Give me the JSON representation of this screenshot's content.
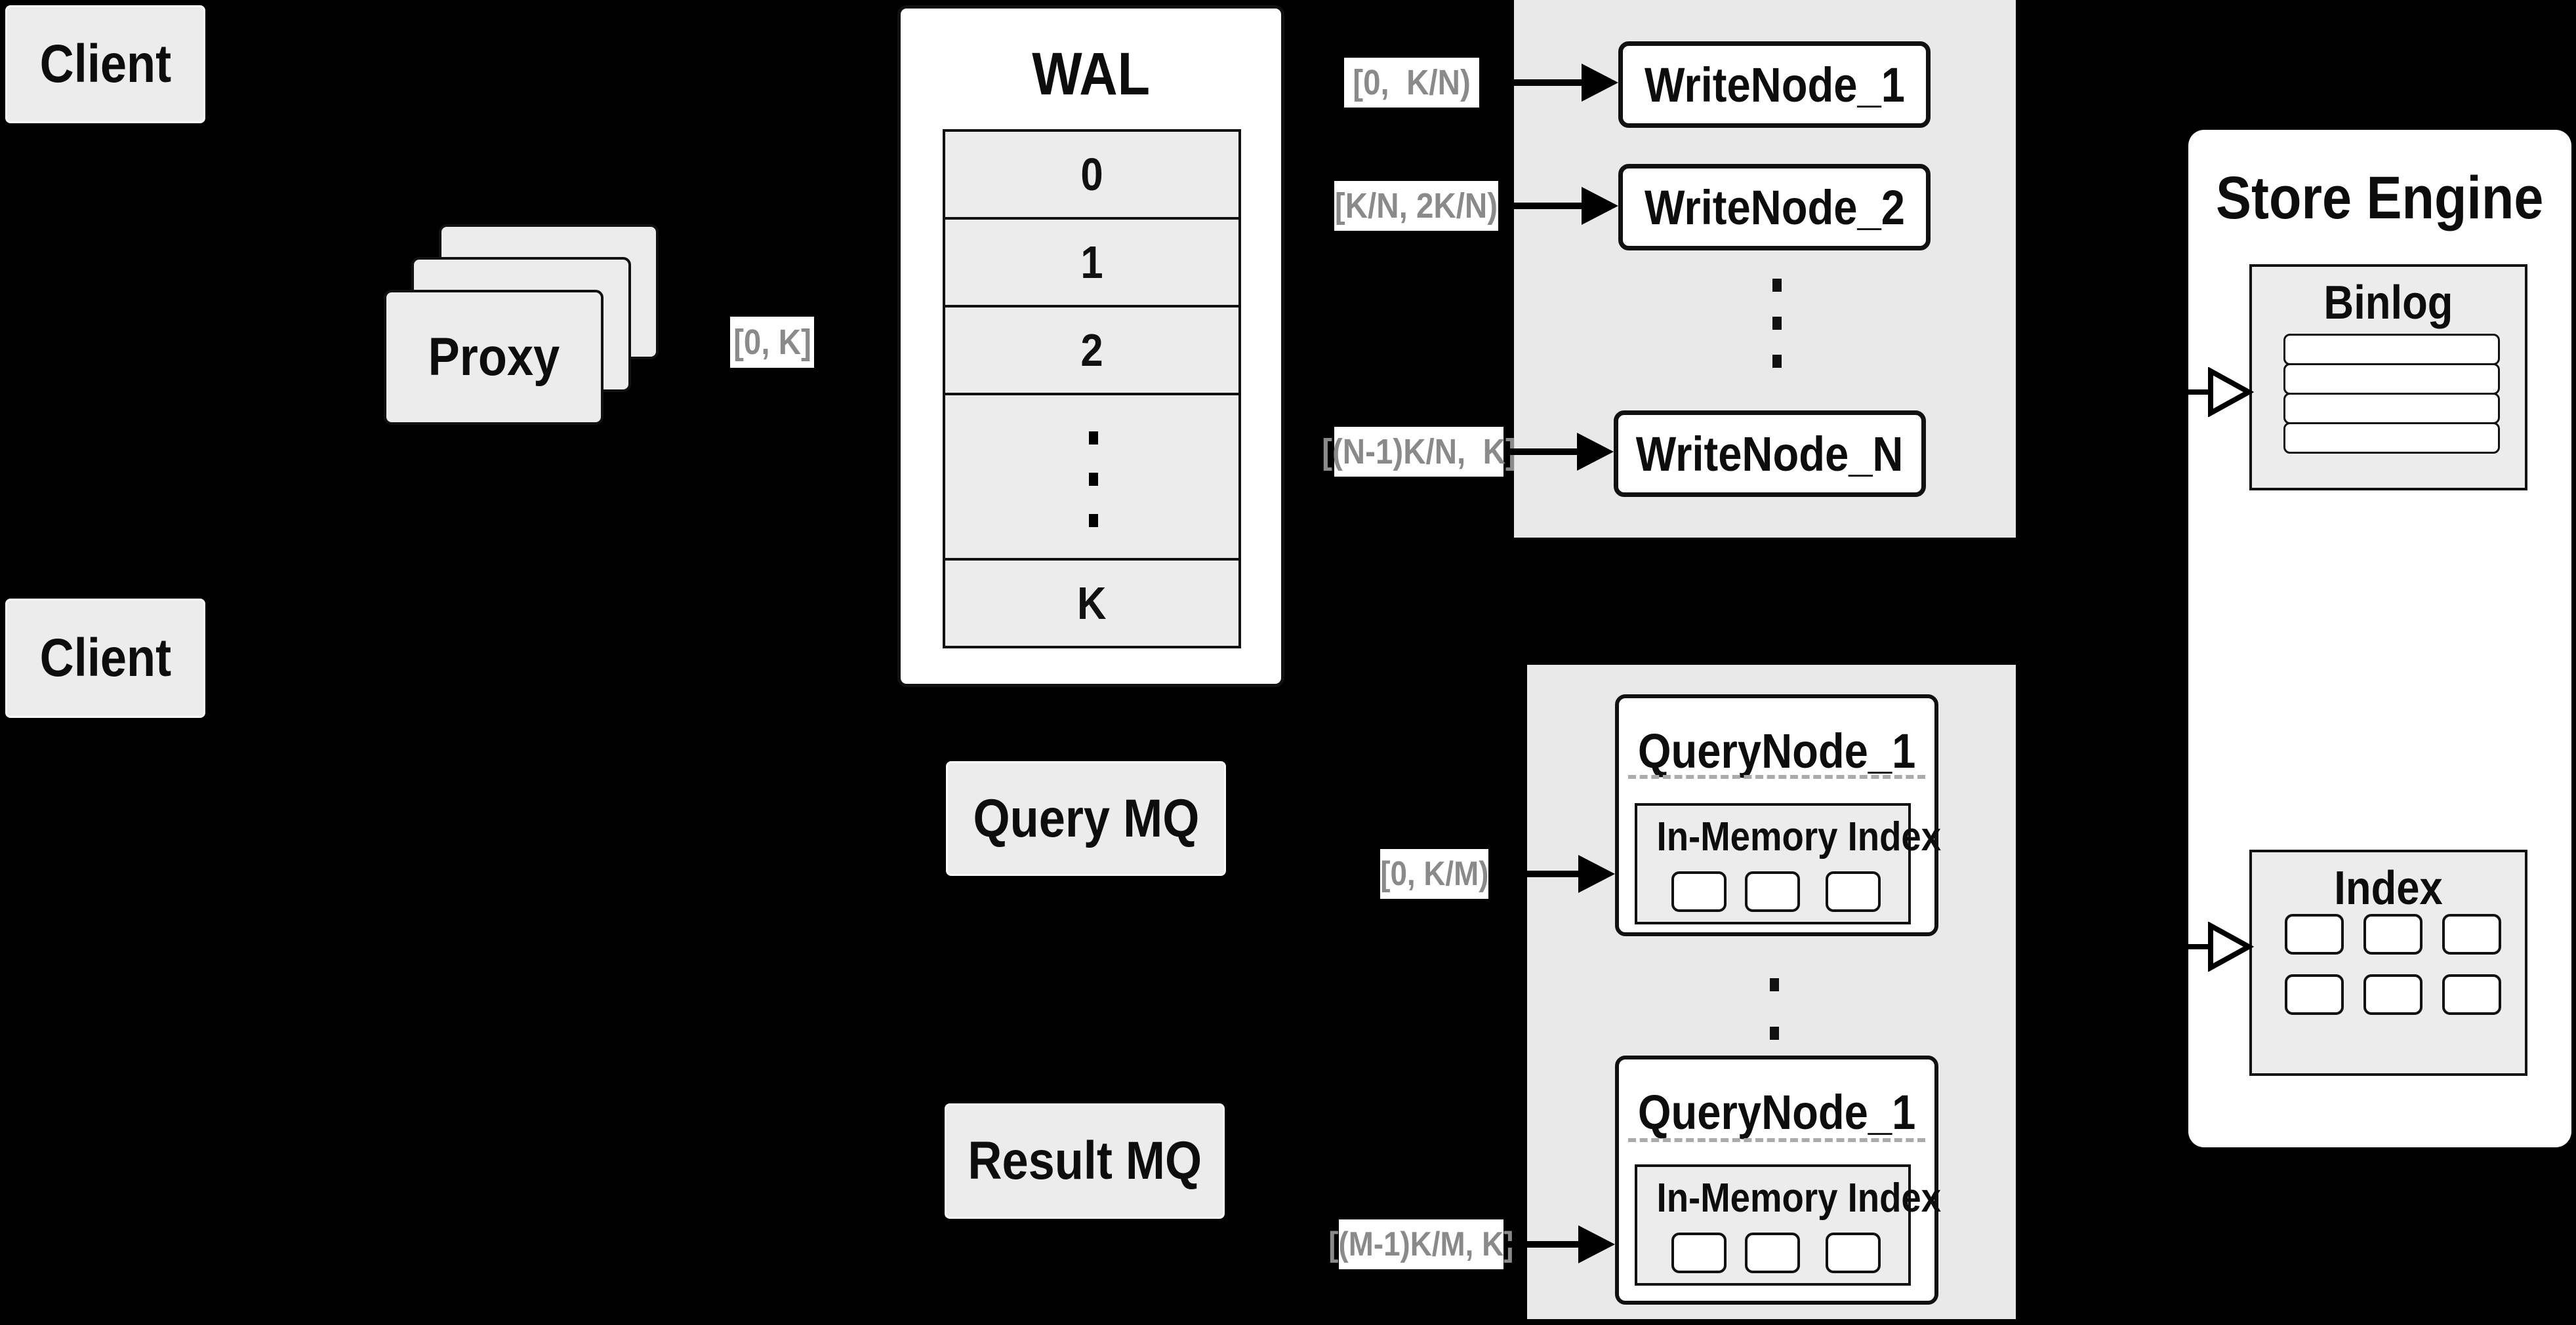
{
  "colors": {
    "background": "#000000",
    "box_fill": "#ececec",
    "container_fill": "#e9e9e9",
    "white": "#ffffff",
    "line": "#111111",
    "range_text": "#8a8a8a"
  },
  "clients": {
    "top": "Client",
    "bottom": "Client"
  },
  "proxy": {
    "label": "Proxy",
    "range_out": "[0, K]"
  },
  "wal": {
    "title": "WAL",
    "segments": [
      "0",
      "1",
      "2",
      "K"
    ],
    "ellipsis": "vertical-dots"
  },
  "write_cluster": {
    "nodes": [
      {
        "label": "WriteNode_1",
        "range": "[0,  K/N)"
      },
      {
        "label": "WriteNode_2",
        "range": "[K/N, 2K/N)"
      },
      {
        "label": "WriteNode_N",
        "range": "[(N-1)K/N,  K]"
      }
    ],
    "ellipsis": "vertical-dots"
  },
  "store_engine": {
    "title": "Store Engine",
    "binlog": {
      "title": "Binlog",
      "slot_count": 4
    },
    "index": {
      "title": "Index",
      "cell_rows": 2,
      "cell_cols": 3
    }
  },
  "mq": {
    "query": "Query MQ",
    "result": "Result MQ"
  },
  "query_cluster": {
    "nodes": [
      {
        "label": "QueryNode_1",
        "sub": "In-Memory Index",
        "range": "[0, K/M)"
      },
      {
        "label": "QueryNode_1",
        "sub": "In-Memory Index",
        "range": "[(M-1)K/M, K]"
      }
    ],
    "ellipsis": "vertical-dots"
  }
}
